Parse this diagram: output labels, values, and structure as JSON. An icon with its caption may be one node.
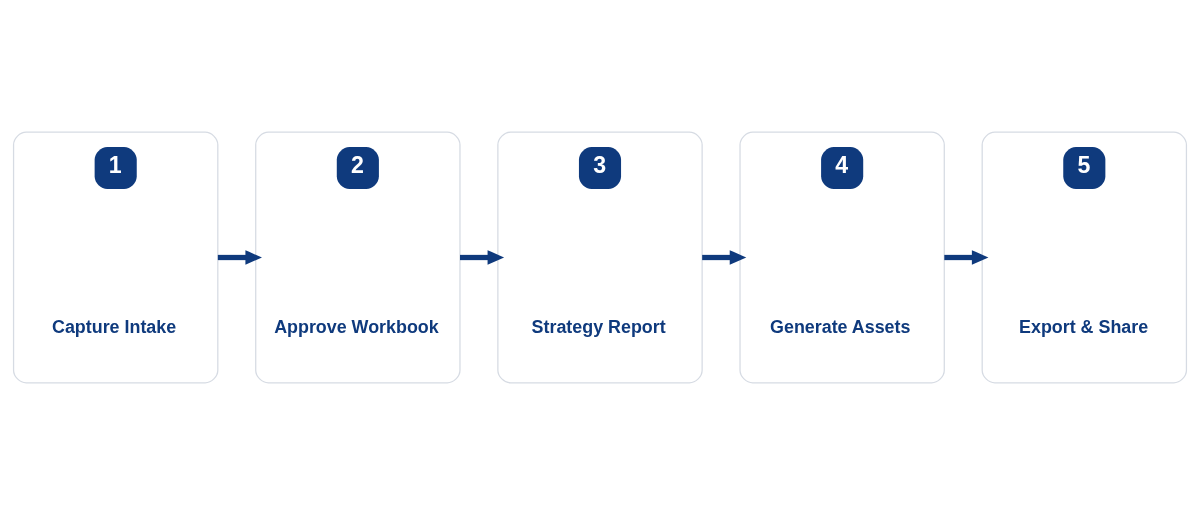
{
  "diagram": {
    "nodes": [
      {
        "text": [
          "1",
          "Capture Intake"
        ]
      },
      {
        "text": [
          "2",
          "Approve Workbook"
        ]
      },
      {
        "text": [
          "3",
          "Strategy Report"
        ]
      },
      {
        "text": [
          "4",
          "Generate Assets"
        ]
      },
      {
        "text": [
          "5",
          "Export & Share"
        ]
      }
    ],
    "edges": [
      {
        "from": 0,
        "to": 1,
        "arrow": "to"
      },
      {
        "from": 1,
        "to": 2,
        "arrow": "to"
      },
      {
        "from": 2,
        "to": 3,
        "arrow": "to"
      },
      {
        "from": 3,
        "to": 4,
        "arrow": "to"
      }
    ]
  }
}
